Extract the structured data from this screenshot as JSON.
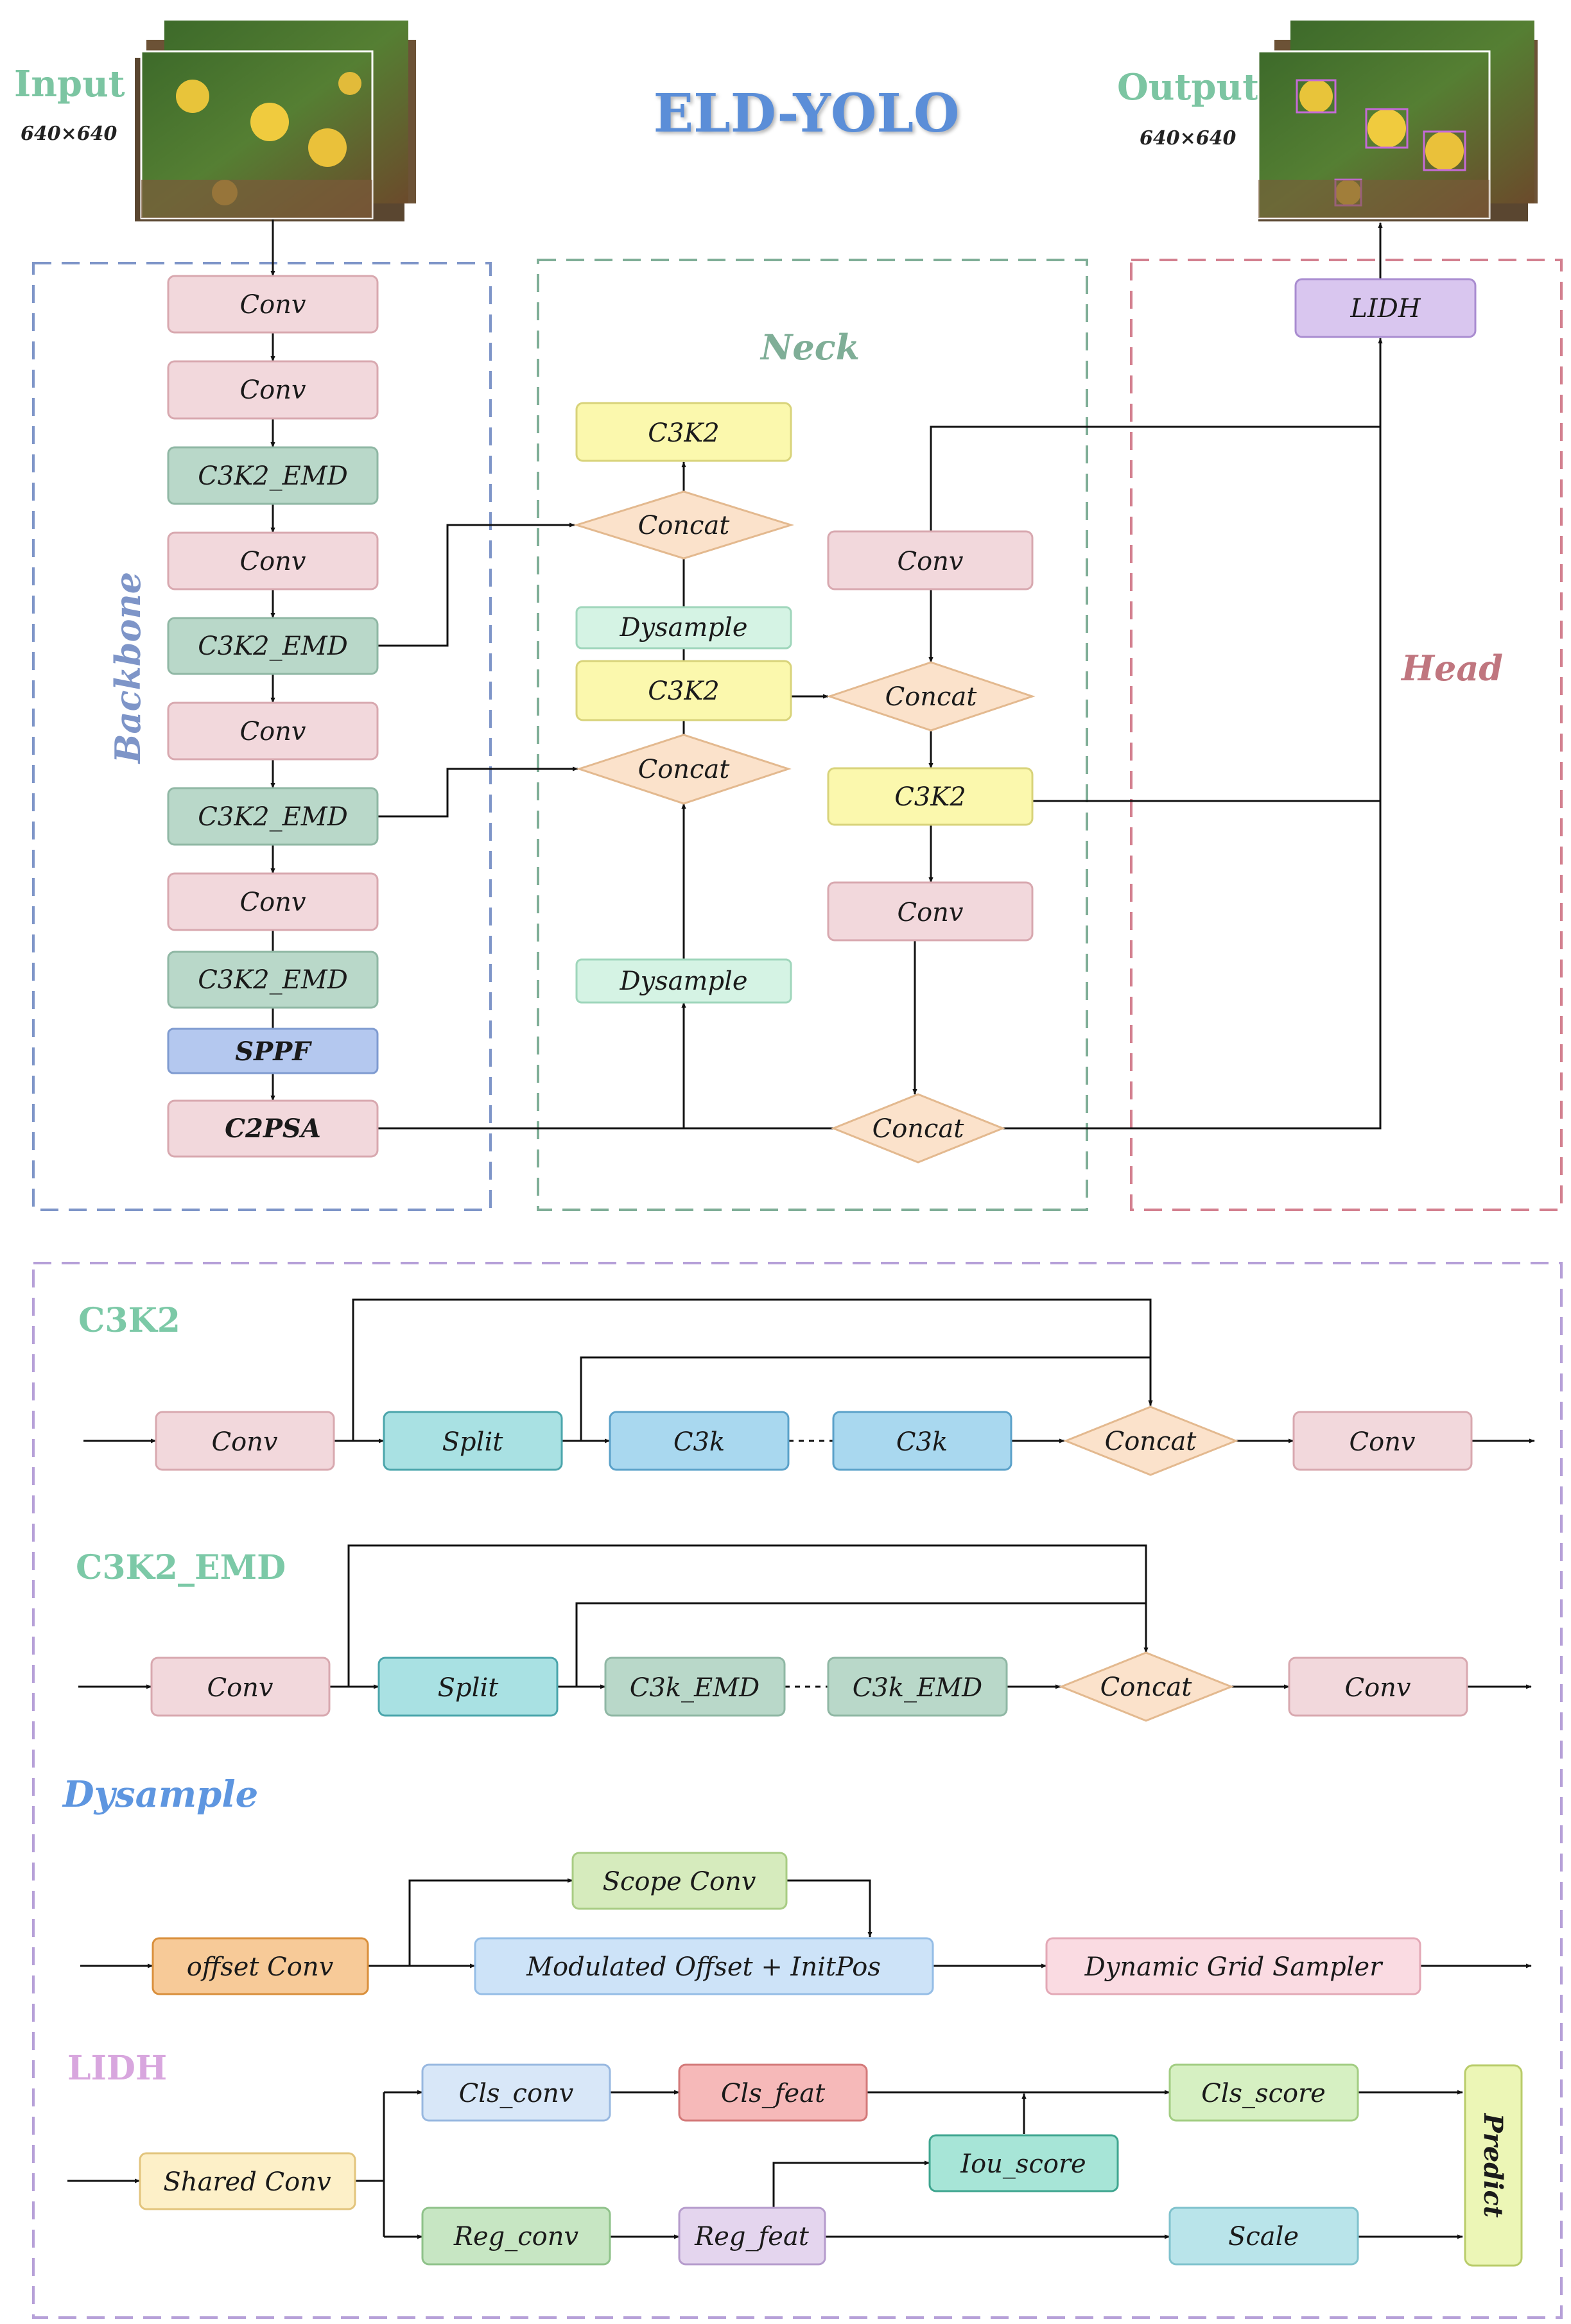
{
  "header": {
    "title": "ELD-YOLO",
    "input_label": "Input",
    "input_size": "640×640",
    "output_label": "Output",
    "output_size": "640×640"
  },
  "regions": {
    "backbone": "Backbone",
    "neck": "Neck",
    "head": "Head"
  },
  "backbone": {
    "b1": "Conv",
    "b2": "Conv",
    "b3": "C3K2_EMD",
    "b4": "Conv",
    "b5": "C3K2_EMD",
    "b6": "Conv",
    "b7": "C3K2_EMD",
    "b8": "Conv",
    "b9": "C3K2_EMD",
    "b10": "SPPF",
    "b11": "C2PSA"
  },
  "neck": {
    "c3k2_top": "C3K2",
    "concat_top": "Concat",
    "dysample_top": "Dysample",
    "c3k2_mid": "C3K2",
    "concat_mid": "Concat",
    "dysample_bottom": "Dysample",
    "conv_r1": "Conv",
    "concat_r1": "Concat",
    "c3k2_r": "C3K2",
    "conv_r2": "Conv",
    "concat_bottom": "Concat"
  },
  "head": {
    "lidh": "LIDH"
  },
  "c3k2_detail": {
    "title": "C3K2",
    "conv_in": "Conv",
    "split": "Split",
    "c3k_a": "C3k",
    "c3k_b": "C3k",
    "concat": "Concat",
    "conv_out": "Conv"
  },
  "c3k2_emd_detail": {
    "title": "C3K2_EMD",
    "conv_in": "Conv",
    "split": "Split",
    "c3k_emd_a": "C3k_EMD",
    "c3k_emd_b": "C3k_EMD",
    "concat": "Concat",
    "conv_out": "Conv"
  },
  "dysample_detail": {
    "title": "Dysample",
    "offset_conv": "offset Conv",
    "scope_conv": "Scope Conv",
    "modulated": "Modulated Offset + InitPos",
    "sampler": "Dynamic Grid Sampler"
  },
  "lidh_detail": {
    "title": "LIDH",
    "shared_conv": "Shared Conv",
    "cls_conv": "Cls_conv",
    "cls_feat": "Cls_feat",
    "cls_score": "Cls_score",
    "iou_score": "Iou_score",
    "reg_conv": "Reg_conv",
    "reg_feat": "Reg_feat",
    "scale": "Scale",
    "predict": "Predict"
  },
  "colors": {
    "conv": "#f2d8dc",
    "c3k2_emd": "#b9d8c9",
    "c3k2": "#fbf8ad",
    "concat": "#fbe2cb",
    "dysample": "#d5f3e4",
    "sppf": "#b4c8ef",
    "lidh": "#d9c6ef",
    "split": "#a9e1e3",
    "c3k": "#a9d8ef",
    "offset_conv": "#f7ca98",
    "scope_conv": "#d6ebbd",
    "modulated": "#cde3f8",
    "sampler": "#fadbe2",
    "shared_conv": "#fdf0c8",
    "cls_conv": "#d8e7f8",
    "cls_feat": "#f6b9b9",
    "cls_score": "#d6f0c2",
    "iou_score": "#a7e5d7",
    "reg_conv": "#c7e6c3",
    "reg_feat": "#e4d5ee",
    "scale": "#b9e4ea",
    "predict": "#ecf6b6",
    "backbone_border": "#7e95c8",
    "neck_border": "#7fae97",
    "head_border": "#d3808f",
    "detail_border": "#b6a0d8",
    "title_color": "#5b8ed8",
    "io_label": "#7cc5a2",
    "c3k2_title": "#7cc9a7",
    "dysample_title": "#5e96e0",
    "lidh_title": "#d8a6de"
  }
}
